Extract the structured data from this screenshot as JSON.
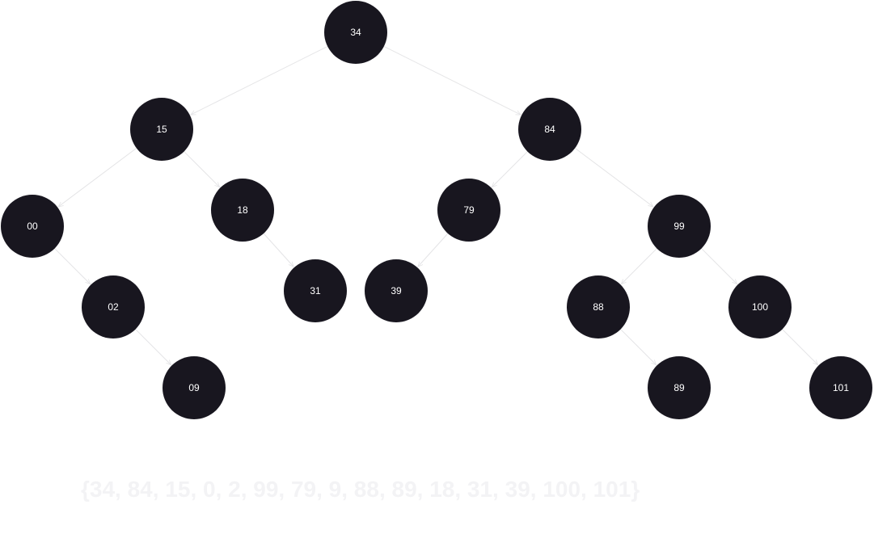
{
  "colors": {
    "node_fill": "#18161f",
    "node_label": "#ffffff",
    "edge": "#e4e4e6",
    "sequence_text": "#f3f3f5"
  },
  "tree": {
    "nodes": [
      {
        "id": "n34",
        "label": "34"
      },
      {
        "id": "n15",
        "label": "15"
      },
      {
        "id": "n84",
        "label": "84"
      },
      {
        "id": "n00",
        "label": "00"
      },
      {
        "id": "n18",
        "label": "18"
      },
      {
        "id": "n79",
        "label": "79"
      },
      {
        "id": "n99",
        "label": "99"
      },
      {
        "id": "n02",
        "label": "02"
      },
      {
        "id": "n31",
        "label": "31"
      },
      {
        "id": "n39",
        "label": "39"
      },
      {
        "id": "n88",
        "label": "88"
      },
      {
        "id": "n100",
        "label": "100"
      },
      {
        "id": "n09",
        "label": "09"
      },
      {
        "id": "n89",
        "label": "89"
      },
      {
        "id": "n101",
        "label": "101"
      }
    ],
    "edges": [
      {
        "from": "n34",
        "to": "n15"
      },
      {
        "from": "n34",
        "to": "n84"
      },
      {
        "from": "n15",
        "to": "n00"
      },
      {
        "from": "n15",
        "to": "n18"
      },
      {
        "from": "n00",
        "to": "n02"
      },
      {
        "from": "n02",
        "to": "n09"
      },
      {
        "from": "n18",
        "to": "n31"
      },
      {
        "from": "n84",
        "to": "n79"
      },
      {
        "from": "n84",
        "to": "n99"
      },
      {
        "from": "n79",
        "to": "n39"
      },
      {
        "from": "n99",
        "to": "n88"
      },
      {
        "from": "n99",
        "to": "n100"
      },
      {
        "from": "n88",
        "to": "n89"
      },
      {
        "from": "n100",
        "to": "n101"
      }
    ]
  },
  "sequence": "{34, 84, 15, 0, 2, 99, 79, 9, 88, 89, 18, 31, 39, 100, 101}"
}
